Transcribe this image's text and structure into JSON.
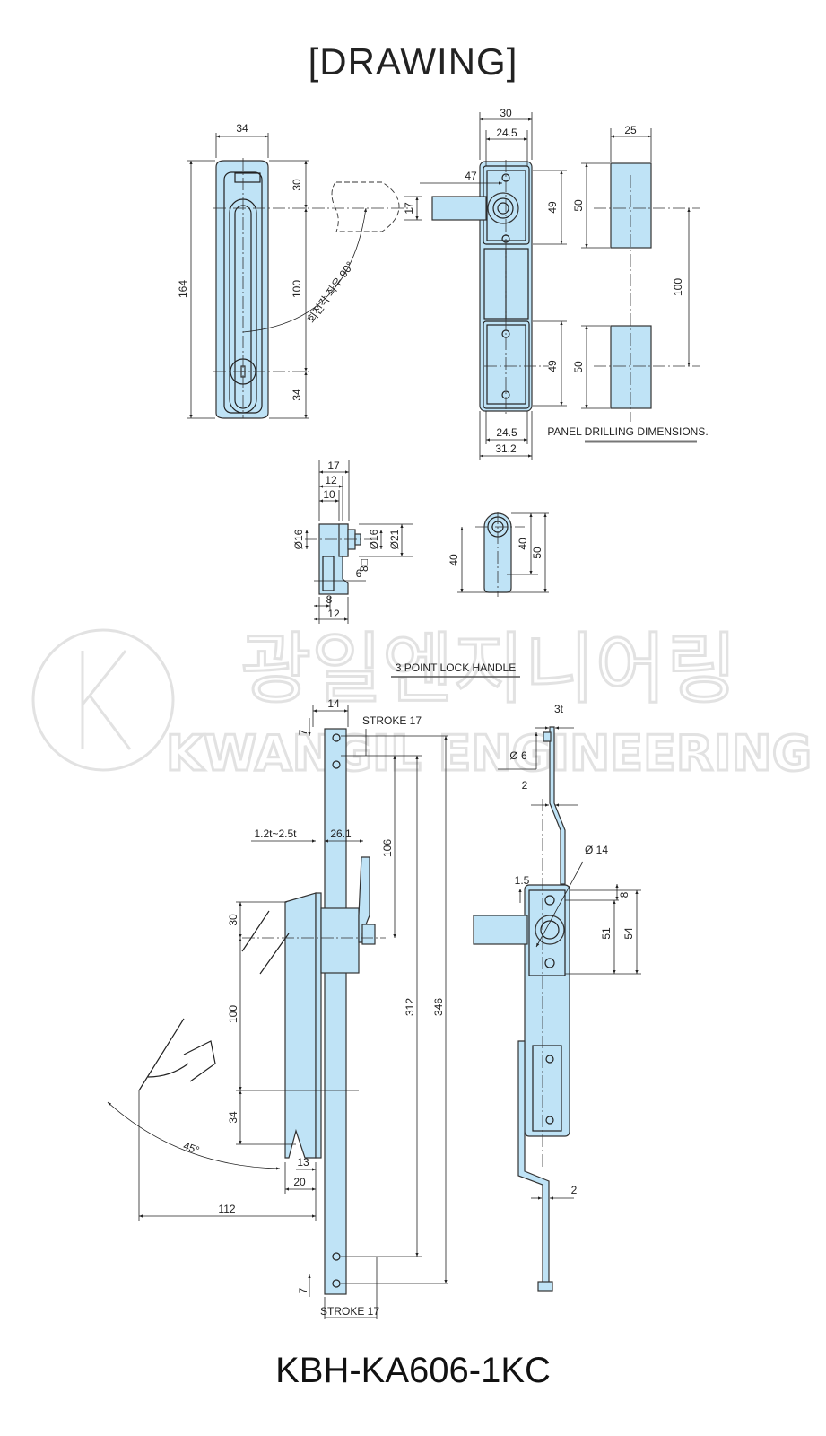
{
  "title": "[DRAWING]",
  "model": "KBH-KA606-1KC",
  "colors": {
    "part_fill": "#bfe3f6",
    "line": "#222222",
    "watermark": "#e2e2e2"
  },
  "watermark": {
    "korean": "광일엔지니어링",
    "english": "KWANGIL ENGINEERING",
    "logo_letter": "K"
  },
  "front_view": {
    "width": "34",
    "height": "164",
    "top": "30",
    "middle": "100",
    "bottom": "34",
    "handle": "17",
    "rotation_note": "회전각 좌우 90°"
  },
  "side_view": {
    "width": "30",
    "inner_top": "24.5",
    "handle_reach": "47",
    "upper": "49",
    "lower": "49",
    "inner_bottom": "24.5",
    "base": "31.2"
  },
  "panel_drilling": {
    "label": "PANEL DRILLING DIMENSIONS.",
    "width": "25",
    "hole_upper": "50",
    "hole_lower": "50",
    "spacing": "100"
  },
  "section_view": {
    "d17": "17",
    "d12": "12",
    "d10": "10",
    "dia_left": "Ø16",
    "dia_mid": "Ø16",
    "dia_right": "Ø21",
    "square": "8□",
    "d6": "6",
    "d8": "8",
    "d12b": "12"
  },
  "end_view": {
    "left": "40",
    "inner": "40",
    "outer": "50"
  },
  "lock_title": "3 POINT LOCK HANDLE",
  "lock_side": {
    "width": "14",
    "top_gap": "7",
    "stroke_top": "STROKE 17",
    "thickness": "1.2t~2.5t",
    "depth": "26.1",
    "d106": "106",
    "d312": "312",
    "d346": "346",
    "d30": "30",
    "d100": "100",
    "d34": "34",
    "angle": "45°",
    "d13": "13",
    "d20": "20",
    "d112": "112",
    "bottom_gap": "7",
    "stroke_bottom": "STROKE 17"
  },
  "lock_front": {
    "t3": "3t",
    "dia6": "Ø 6",
    "d2_top": "2",
    "dia14": "Ø 14",
    "d1_5": "1.5",
    "d8": "8",
    "d51": "51",
    "d54": "54",
    "d2_bottom": "2"
  }
}
